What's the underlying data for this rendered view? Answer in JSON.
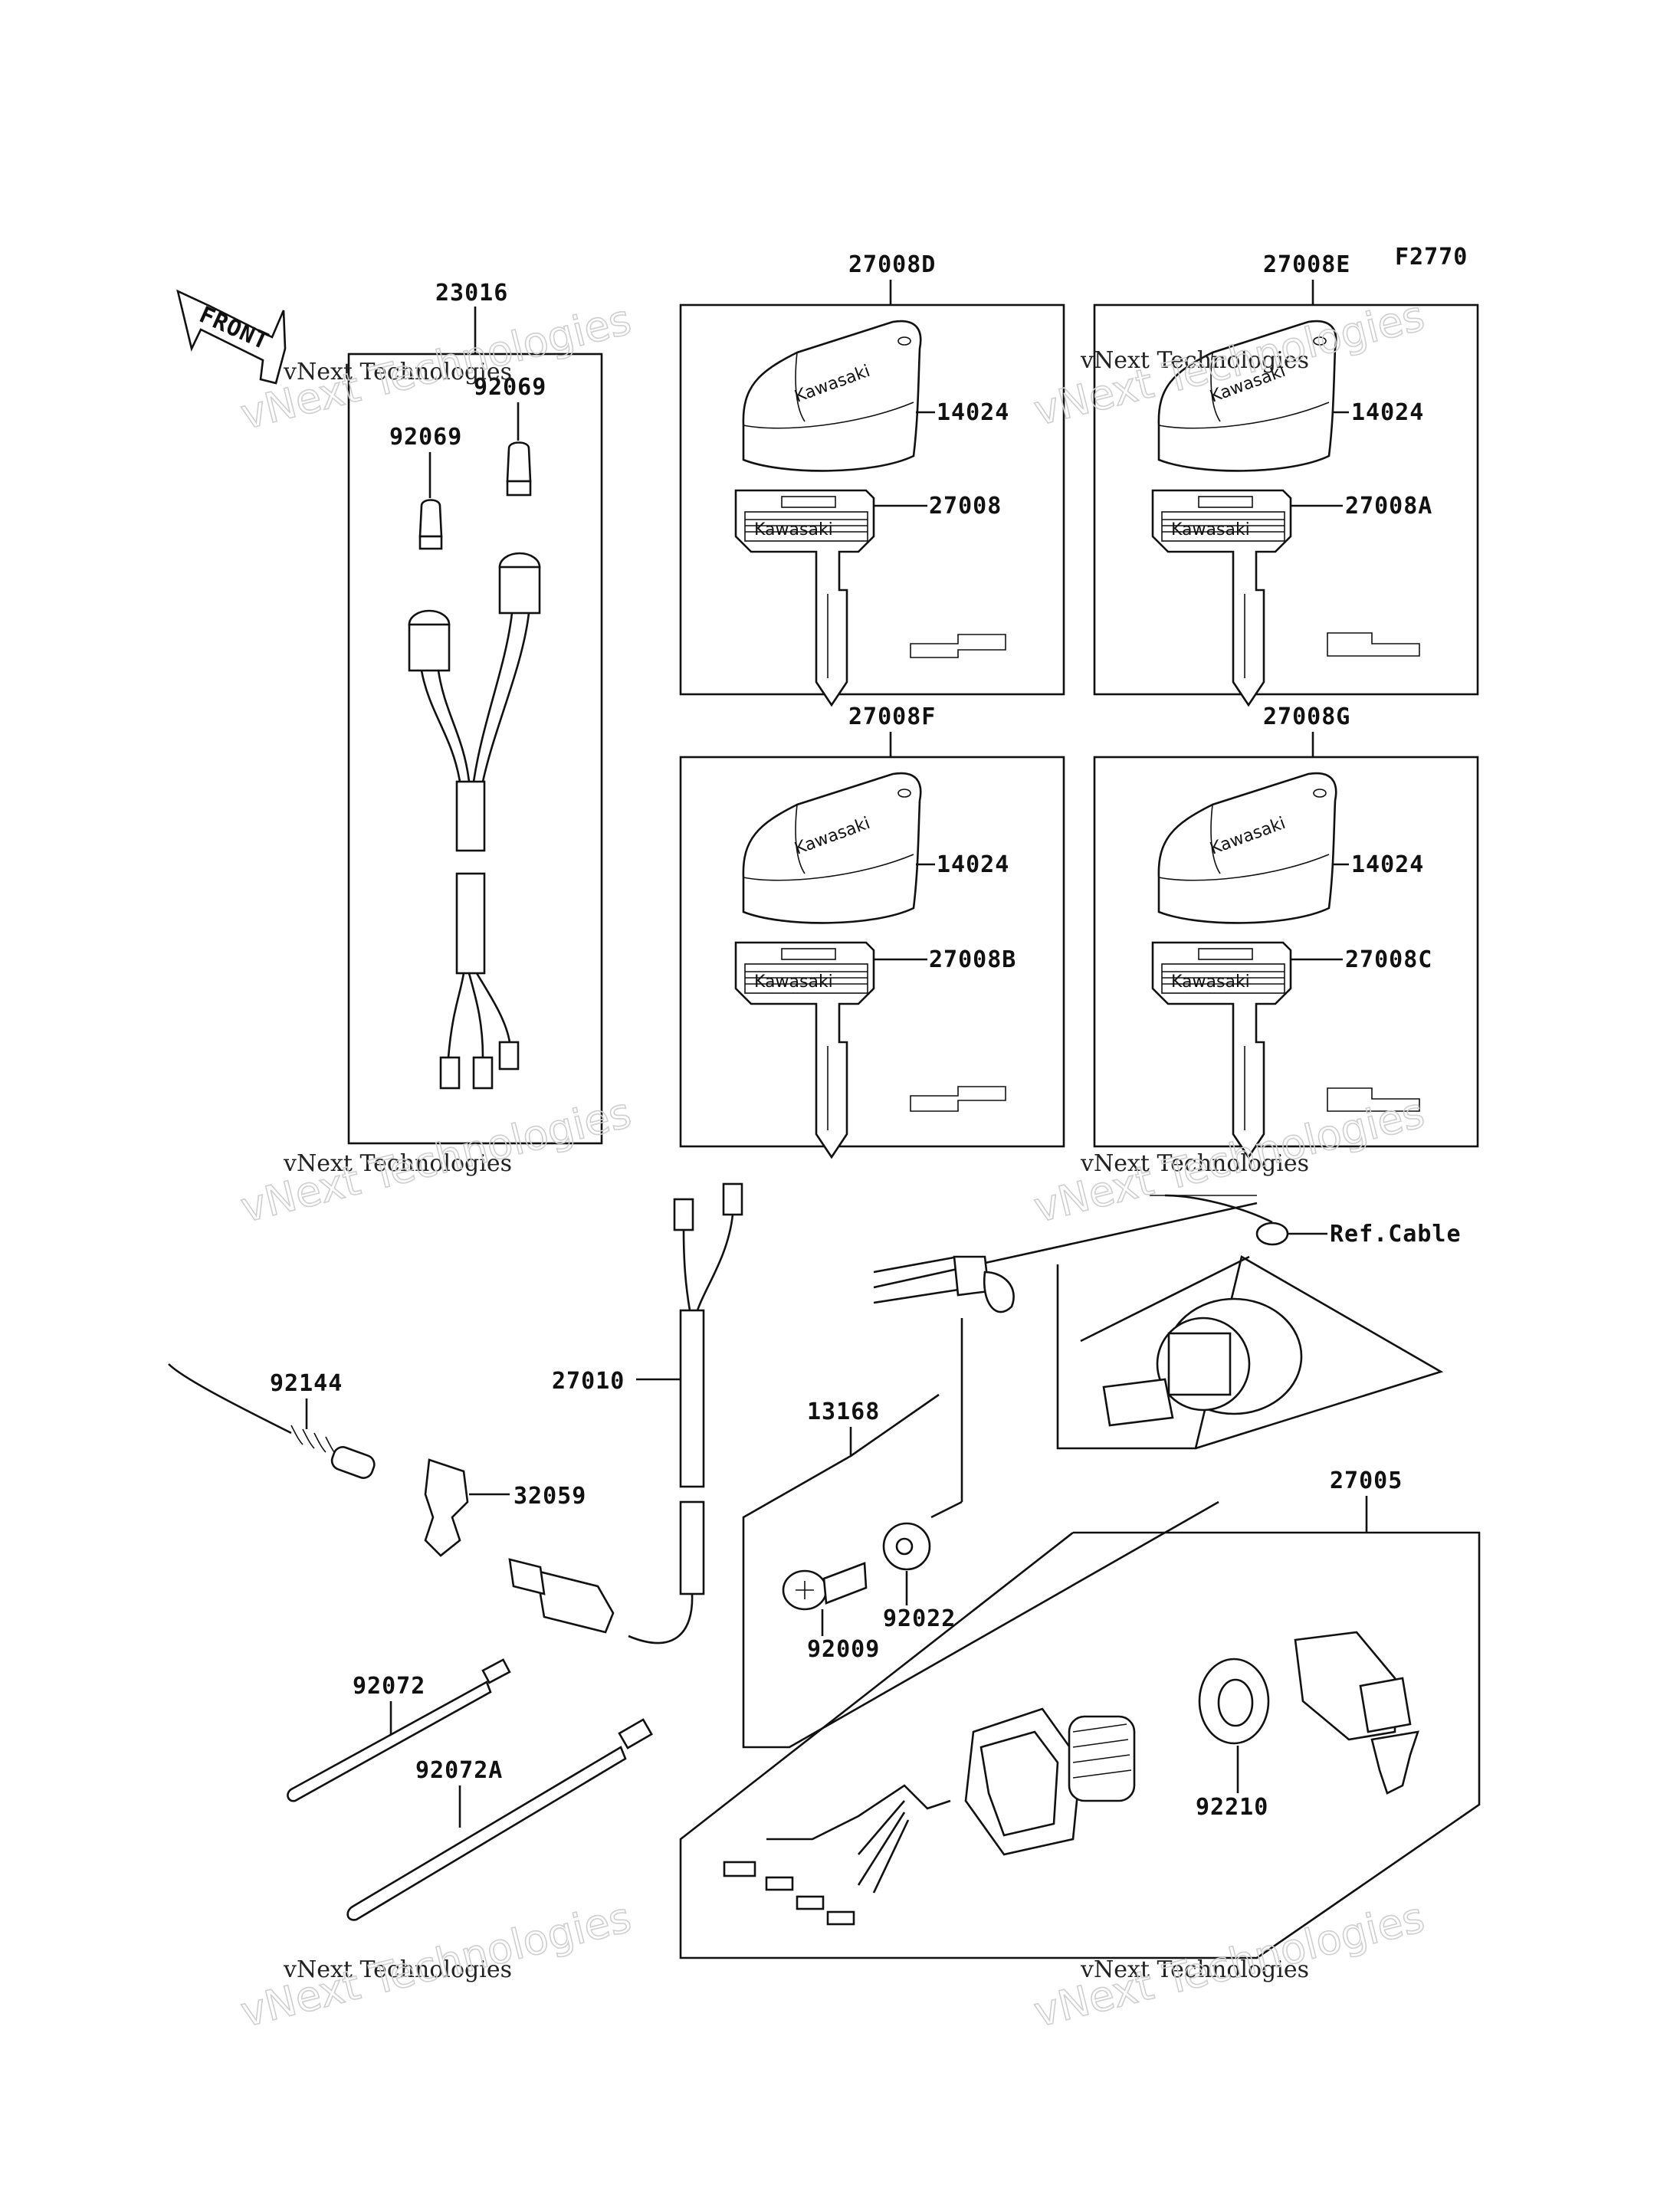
{
  "figure_code": "F2770",
  "front_arrow": "FRONT",
  "ref_cable": "Ref.Cable",
  "brand_mark": "Kawasaki",
  "watermark": {
    "line1": "vNext Technologies",
    "line2": "vNext Technologies"
  },
  "groups": {
    "g23016": "23016",
    "g27008D": "27008D",
    "g27008E": "27008E",
    "g27008F": "27008F",
    "g27008G": "27008G",
    "g27005": "27005",
    "g13168": "13168"
  },
  "parts": {
    "p92069a": "92069",
    "p92069b": "92069",
    "p14024_d": "14024",
    "p27008": "27008",
    "p14024_e": "14024",
    "p27008A": "27008A",
    "p14024_f": "14024",
    "p27008B": "27008B",
    "p14024_g": "14024",
    "p27008C": "27008C",
    "p27010": "27010",
    "p92144": "92144",
    "p32059": "32059",
    "p92022": "92022",
    "p92009": "92009",
    "p92072": "92072",
    "p92072A": "92072A",
    "p92210": "92210"
  }
}
